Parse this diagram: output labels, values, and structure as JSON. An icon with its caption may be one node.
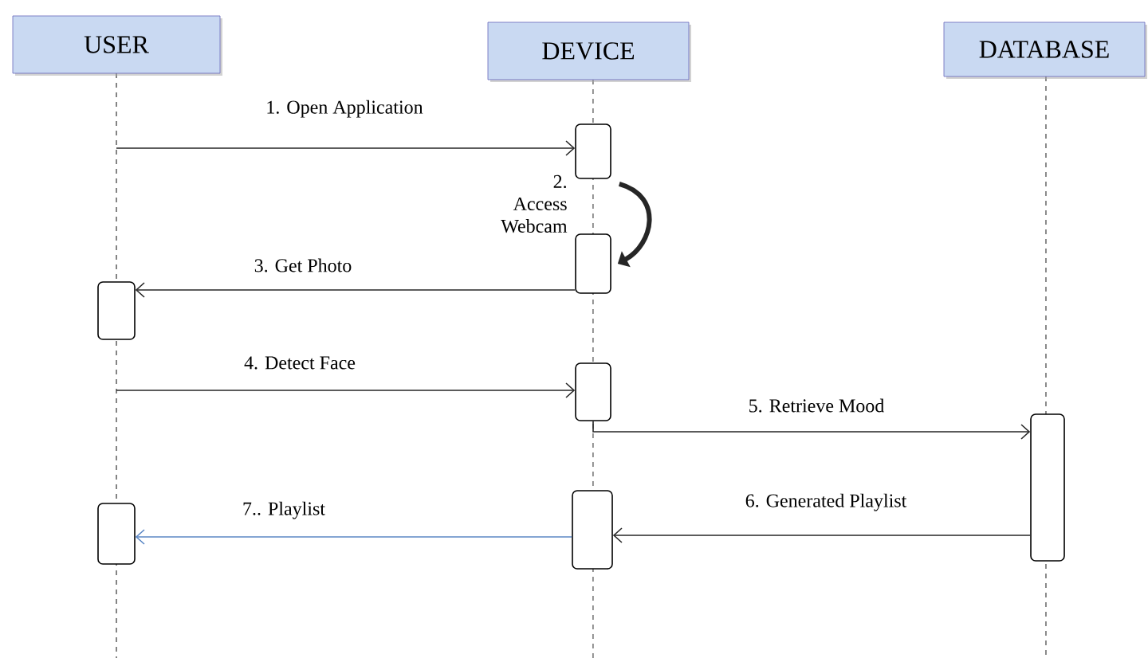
{
  "diagram": {
    "nodes": [
      {
        "text": [
          "USER"
        ]
      },
      {
        "text": [
          "DEVICE"
        ]
      },
      {
        "text": [
          "DATABASE"
        ]
      },
      {
        "text": [],
        "shape": "box"
      },
      {
        "text": [],
        "shape": "box"
      },
      {
        "text": [],
        "shape": "box"
      },
      {
        "text": [],
        "shape": "box"
      },
      {
        "text": [],
        "shape": "box"
      },
      {
        "text": [],
        "shape": "box"
      },
      {
        "text": [],
        "shape": "box"
      }
    ],
    "edges": [
      {
        "from": null,
        "to": 3,
        "arrow": "to",
        "label": "1. Open Application"
      },
      {
        "from": 3,
        "to": 4,
        "arrow": "to",
        "label": "2. Access Webcam",
        "style": "thick"
      },
      {
        "from": 4,
        "to": 5,
        "arrow": "to",
        "label": "3. Get Photo"
      },
      {
        "from": null,
        "to": 6,
        "arrow": "to",
        "label": "4. Detect Face"
      },
      {
        "from": 6,
        "to": 7,
        "arrow": "to",
        "label": "5. Retrieve Mood"
      },
      {
        "from": 7,
        "to": 8,
        "arrow": "to",
        "label": "6. Generated Playlist"
      },
      {
        "from": 8,
        "to": 9,
        "arrow": "to",
        "label": "7.. Playlist",
        "color": "#5b87c5"
      }
    ]
  }
}
